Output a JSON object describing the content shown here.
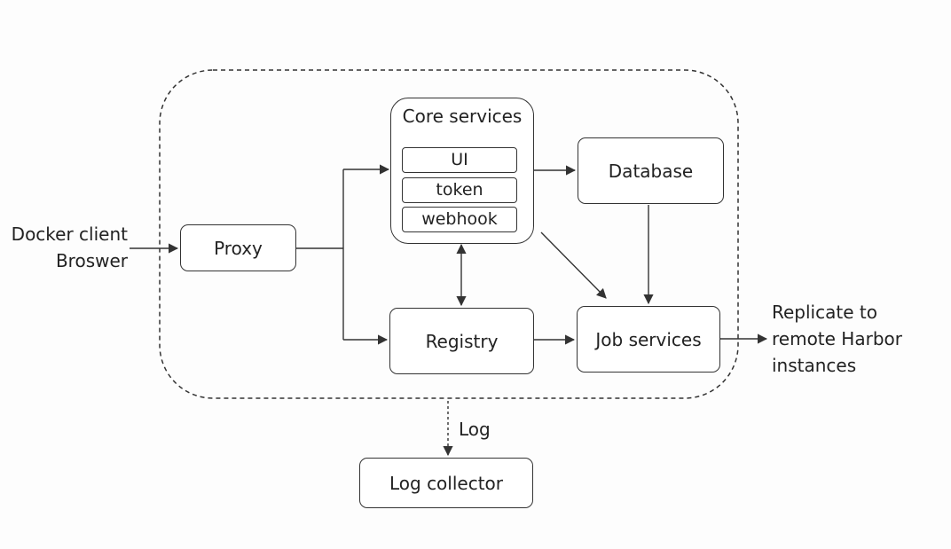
{
  "client": {
    "lines": [
      "Docker client",
      "Broswer"
    ]
  },
  "nodes": {
    "proxy": "Proxy",
    "core_services": {
      "title": "Core services",
      "components": [
        "UI",
        "token",
        "webhook"
      ]
    },
    "database": "Database",
    "registry": "Registry",
    "job_services": "Job services",
    "log_collector": "Log collector"
  },
  "edges": {
    "log_label": "Log"
  },
  "replicate": {
    "lines": [
      "Replicate to",
      "remote Harbor",
      "instances"
    ]
  },
  "colors": {
    "stroke": "#333333",
    "background": "#fdfdfd"
  }
}
